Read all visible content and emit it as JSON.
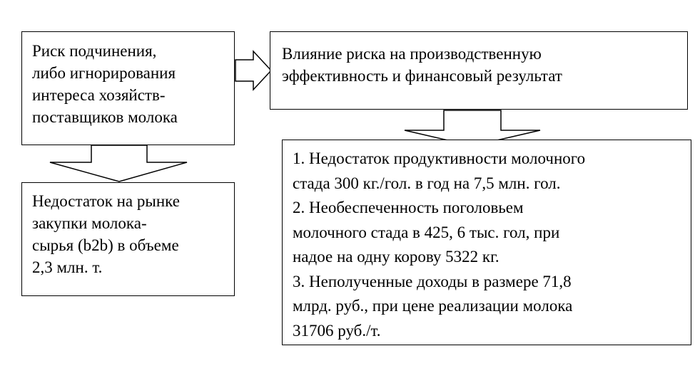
{
  "boxes": {
    "risk": {
      "lines": [
        "Риск подчинения,",
        "либо игнорирования",
        "интереса хозяйств-",
        "поставщиков молока"
      ]
    },
    "influence": {
      "lines": [
        "Влияние риска на производственную",
        "эффективность и финансовый результат"
      ]
    },
    "shortage": {
      "lines": [
        "Недостаток на рынке",
        "закупки молока-",
        "сырья (b2b) в объеме",
        "2,3 млн. т."
      ]
    },
    "consequences": {
      "lines": [
        "1. Недостаток продуктивности молочного",
        "стада 300 кг./гол. в год на 7,5 млн. гол.",
        "2. Необеспеченность поголовьем",
        "молочного стада в 425, 6 тыс. гол, при",
        "надое на одну корову 5322 кг.",
        "3. Неполученные доходы в размере 71,8",
        "млрд. руб., при цене реализации молока",
        "31706 руб./т."
      ]
    }
  },
  "colors": {
    "border": "#000000",
    "fill": "#ffffff",
    "text": "#000000"
  },
  "icons": {
    "arrow_right": "block-arrow-right",
    "arrow_down_left": "block-arrow-down",
    "arrow_down_right": "block-arrow-down"
  }
}
